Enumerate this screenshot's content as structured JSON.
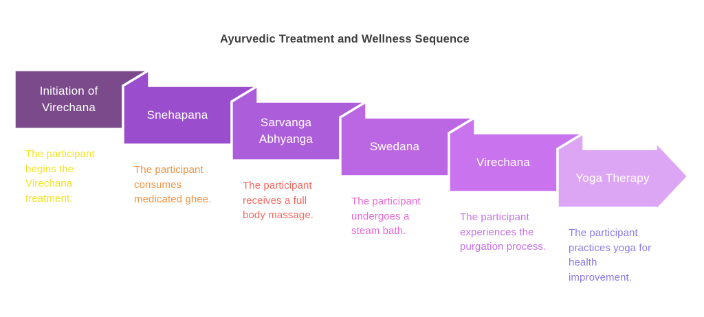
{
  "title": "Ayurvedic Treatment and Wellness Sequence",
  "title_color": "#3d3d3d",
  "background_color": "#ffffff",
  "fold_gap_color": "#ffffff",
  "steps": [
    {
      "label": "Initiation of Virechana",
      "description": "The participant begins the Virechana treatment.",
      "box_color": "#7a4a8a",
      "label_color": "#ffffff",
      "description_color": "#f1e31d"
    },
    {
      "label": "Snehapana",
      "description": "The participant consumes medicated ghee.",
      "box_color": "#9a4ecd",
      "label_color": "#ffffff",
      "description_color": "#f0923f"
    },
    {
      "label": "Sarvanga Abhyanga",
      "description": "The participant receives a full body massage.",
      "box_color": "#ac5eda",
      "label_color": "#ffffff",
      "description_color": "#f6675e"
    },
    {
      "label": "Swedana",
      "description": "The participant undergoes a steam bath.",
      "box_color": "#bb67e3",
      "label_color": "#ffffff",
      "description_color": "#ed68d5"
    },
    {
      "label": "Virechana",
      "description": "The participant experiences the purgation process.",
      "box_color": "#c973ee",
      "label_color": "#ffffff",
      "description_color": "#c76fe9"
    },
    {
      "label": "Yoga Therapy",
      "description": "The participant practices yoga for health improvement.",
      "box_color": "#dda6f5",
      "label_color": "#ffffff",
      "description_color": "#8b7ae9"
    }
  ]
}
